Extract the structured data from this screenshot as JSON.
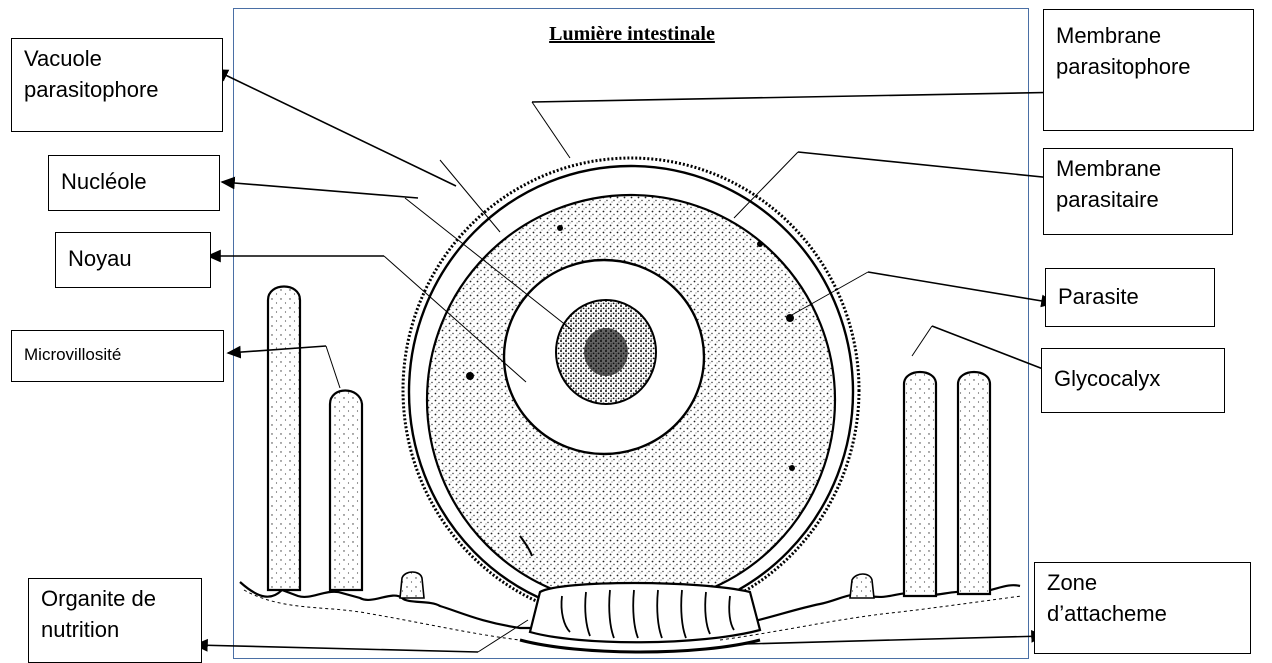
{
  "title": "Lumière intestinale",
  "labels": {
    "vacuole": "Vacuole\nparasitophore",
    "nucleole": "Nucléole",
    "noyau": "Noyau",
    "microvillosite": "Microvillosité",
    "organite": "Organite de\nnutrition",
    "membrane_parasitophore": "Membrane\nparasitophore",
    "membrane_parasitaire": "Membrane\nparasitaire",
    "parasite": "Parasite",
    "glycocalyx": "Glycocalyx",
    "zone": "Zone\nd’attacheme"
  }
}
